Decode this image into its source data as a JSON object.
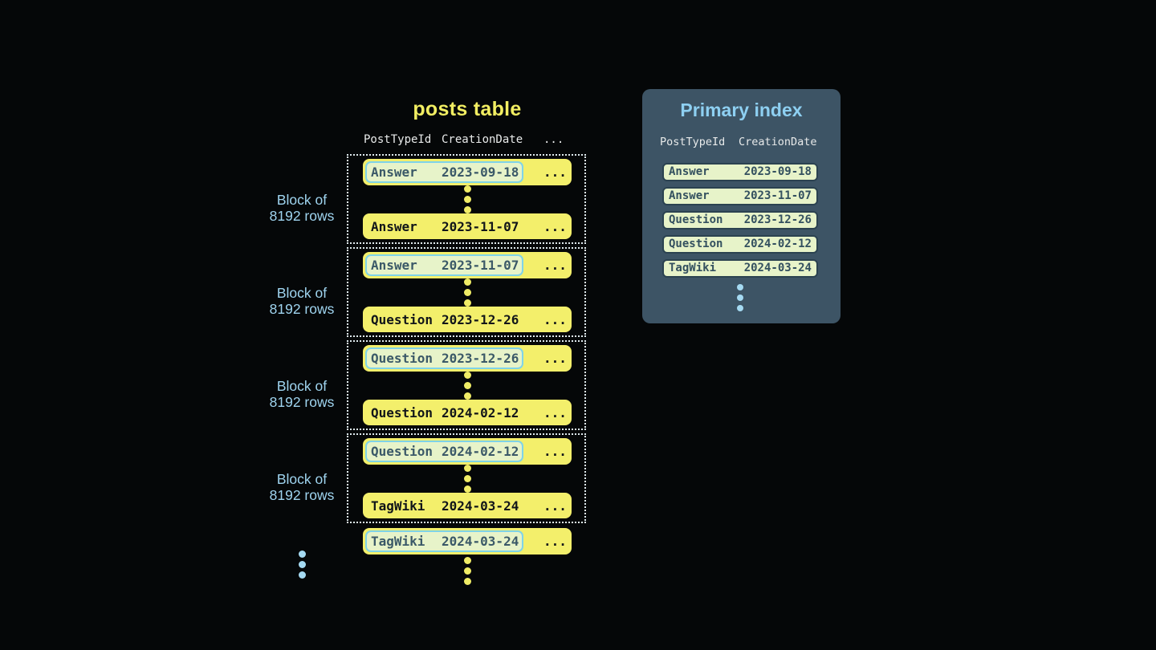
{
  "colors": {
    "background": "#050708",
    "title_yellow": "#f2ee62",
    "row_yellow": "#f3ef6b",
    "dots_yellow": "#f0ec66",
    "highlight_bg": "#e7f3c9",
    "highlight_border": "#7fd3e8",
    "highlight_text": "#3b5968",
    "row_text_dark": "#111519",
    "block_border": "#dfeaee",
    "label_blue": "#9fd4ef",
    "accent_blue": "#8ed0f2",
    "dots_blue": "#a5daf2",
    "panel_bg": "#3d5465",
    "index_row_bg": "#e7f3c9",
    "index_row_border": "#2b4250",
    "index_row_text": "#33505f",
    "header_text": "#e8eaea"
  },
  "posts_table": {
    "title": "posts table",
    "headers": {
      "col1": "PostTypeId",
      "col2": "CreationDate",
      "col3": "..."
    },
    "row_ellipsis": "...",
    "blocks": [
      {
        "label_line1": "Block of",
        "label_line2": "8192 rows",
        "first_row": {
          "type": "Answer",
          "date": "2023-09-18"
        },
        "last_row": {
          "type": "Answer",
          "date": "2023-11-07"
        }
      },
      {
        "label_line1": "Block of",
        "label_line2": "8192 rows",
        "first_row": {
          "type": "Answer",
          "date": "2023-11-07"
        },
        "last_row": {
          "type": "Question",
          "date": "2023-12-26"
        }
      },
      {
        "label_line1": "Block of",
        "label_line2": "8192 rows",
        "first_row": {
          "type": "Question",
          "date": "2023-12-26"
        },
        "last_row": {
          "type": "Question",
          "date": "2024-02-12"
        }
      },
      {
        "label_line1": "Block of",
        "label_line2": "8192 rows",
        "first_row": {
          "type": "Question",
          "date": "2024-02-12"
        },
        "last_row": {
          "type": "TagWiki",
          "date": "2024-03-24"
        }
      }
    ],
    "overflow_row": {
      "type": "TagWiki",
      "date": "2024-03-24"
    }
  },
  "primary_index": {
    "title": "Primary index",
    "headers": {
      "col1": "PostTypeId",
      "col2": "CreationDate"
    },
    "rows": [
      {
        "type": "Answer",
        "date": "2023-09-18"
      },
      {
        "type": "Answer",
        "date": "2023-11-07"
      },
      {
        "type": "Question",
        "date": "2023-12-26"
      },
      {
        "type": "Question",
        "date": "2024-02-12"
      },
      {
        "type": "TagWiki",
        "date": "2024-03-24"
      }
    ]
  }
}
